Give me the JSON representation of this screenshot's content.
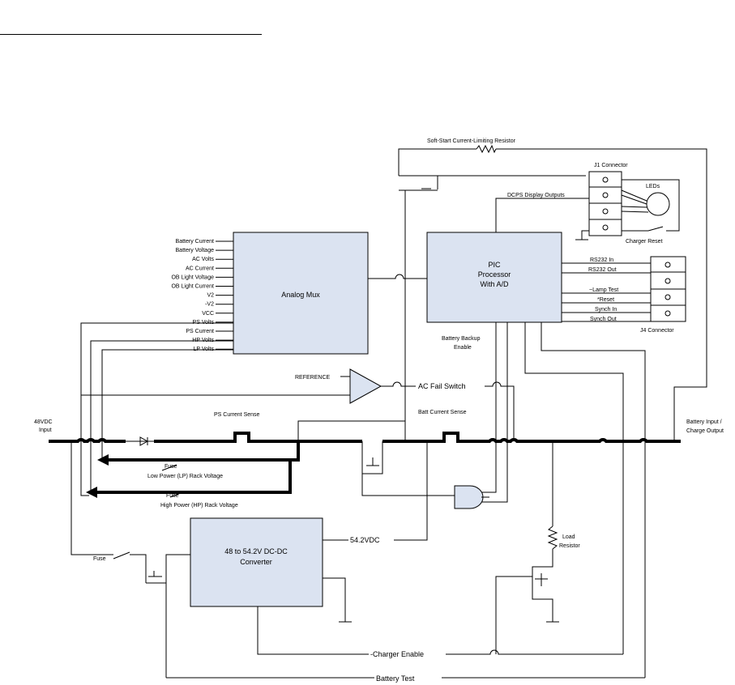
{
  "blocks": {
    "analog_mux": "Analog Mux",
    "pic": [
      "PIC",
      "Processor",
      "With A/D"
    ],
    "converter": [
      "48 to 54.2V DC-DC",
      "Converter"
    ]
  },
  "mux_inputs": [
    "Battery Current",
    "Battery Voltage",
    "AC Volts",
    "AC Current",
    "OB Light Voltage",
    "OB Light Current",
    "V2",
    "-V2",
    "VCC",
    "PS Volts",
    "PS Current",
    "HP Volts",
    "LP Volts"
  ],
  "labels": {
    "soft_start": "Soft-Start Current-Limiting Resistor",
    "j1": "J1 Connector",
    "leds": "LEDs",
    "charger_reset": "Charger Reset",
    "dcps_display": "DCPS Display Outputs",
    "rs232_in": "RS232 In",
    "rs232_out": "RS232 Out",
    "lamp_test": "~Lamp Test",
    "reset": "*Reset",
    "synch_in": "Synch In",
    "synch_out": "Synch Out",
    "j4": "J4 Connector",
    "battery_backup": [
      "Battery Backup",
      "Enable"
    ],
    "reference": "REFERENCE",
    "ac_fail": "AC Fail Switch",
    "input_48v": [
      "48VDC",
      "Input"
    ],
    "ps_sense": "PS Current Sense",
    "batt_sense": "Batt Current Sense",
    "battery_io": [
      "Battery Input /",
      "Charge Output"
    ],
    "fuse": "Fuse",
    "lp_rack": "Low Power (LP) Rack Voltage",
    "hp_rack": "High Power (HP) Rack Voltage",
    "v542": "54.2VDC",
    "load_resistor": [
      "Load",
      "Resistor"
    ],
    "charger_enable": "-Charger Enable",
    "battery_test": "Battery Test"
  }
}
